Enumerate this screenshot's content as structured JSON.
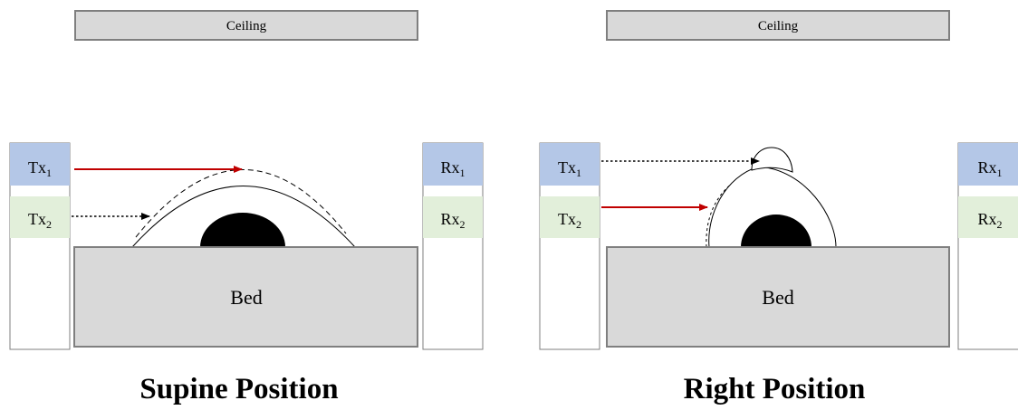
{
  "panels": {
    "supine": {
      "ceiling": "Ceiling",
      "bed": "Bed",
      "caption": "Supine Position",
      "tx1": {
        "base": "Tx",
        "sub": "1"
      },
      "tx2": {
        "base": "Tx",
        "sub": "2"
      },
      "rx1": {
        "base": "Rx",
        "sub": "1"
      },
      "rx2": {
        "base": "Rx",
        "sub": "2"
      }
    },
    "right": {
      "ceiling": "Ceiling",
      "bed": "Bed",
      "caption": "Right Position",
      "tx1": {
        "base": "Tx",
        "sub": "1"
      },
      "tx2": {
        "base": "Tx",
        "sub": "2"
      },
      "rx1": {
        "base": "Rx",
        "sub": "1"
      },
      "rx2": {
        "base": "Rx",
        "sub": "2"
      }
    }
  },
  "colors": {
    "ceiling_fill": "#d9d9d9",
    "bed_fill": "#d9d9d9",
    "box_stroke": "#7f7f7f",
    "tx1_fill": "#b4c7e7",
    "tx2_fill": "#e2efda",
    "signal_red": "#c00000",
    "signal_black": "#000000"
  }
}
